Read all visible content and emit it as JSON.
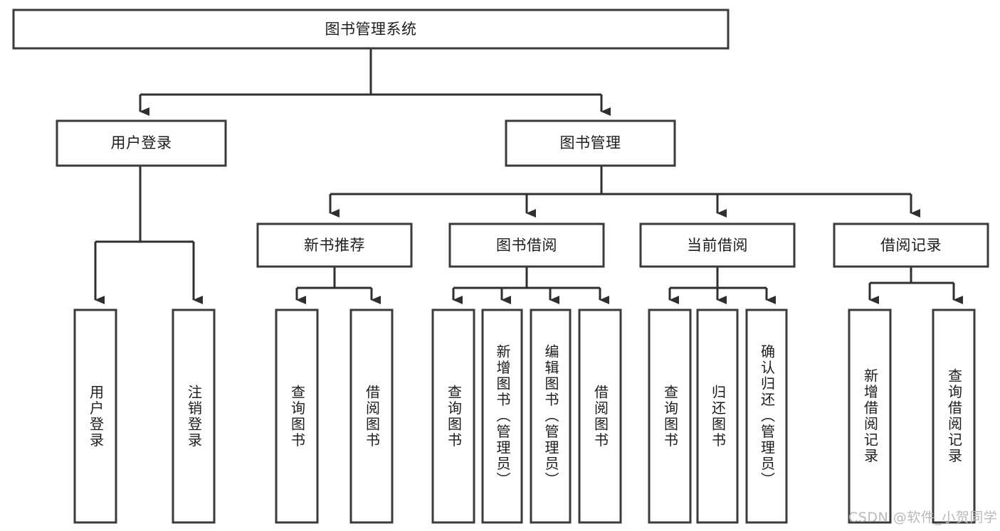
{
  "diagram": {
    "title": "图书管理系统",
    "type": "tree-hierarchy",
    "background_color": "#ffffff",
    "box_stroke_color": "#3a3a3a",
    "connector_color": "#2f2f2f",
    "text_color": "#1d1d1d"
  },
  "root": {
    "label": "图书管理系统"
  },
  "level2": {
    "user_login": {
      "label": "用户登录"
    },
    "book_manage": {
      "label": "图书管理"
    }
  },
  "level3": {
    "new_book_recommend": {
      "label": "新书推荐"
    },
    "book_borrow": {
      "label": "图书借阅"
    },
    "current_borrow": {
      "label": "当前借阅"
    },
    "borrow_record": {
      "label": "借阅记录"
    }
  },
  "leaves": {
    "user_login": [
      {
        "label": "用户登录"
      },
      {
        "label": "注销登录"
      }
    ],
    "new_book_recommend": [
      {
        "label": "查询图书"
      },
      {
        "label": "借阅图书"
      }
    ],
    "book_borrow": [
      {
        "label": "查询图书"
      },
      {
        "label": "新增图书（管理员）"
      },
      {
        "label": "编辑图书（管理员）"
      },
      {
        "label": "借阅图书"
      }
    ],
    "current_borrow": [
      {
        "label": "查询图书"
      },
      {
        "label": "归还图书"
      },
      {
        "label": "确认归还（管理员）"
      }
    ],
    "borrow_record": [
      {
        "label": "新增借阅记录"
      },
      {
        "label": "查询借阅记录"
      }
    ]
  },
  "watermark": {
    "text": "CSDN @软件_小贺同学"
  }
}
